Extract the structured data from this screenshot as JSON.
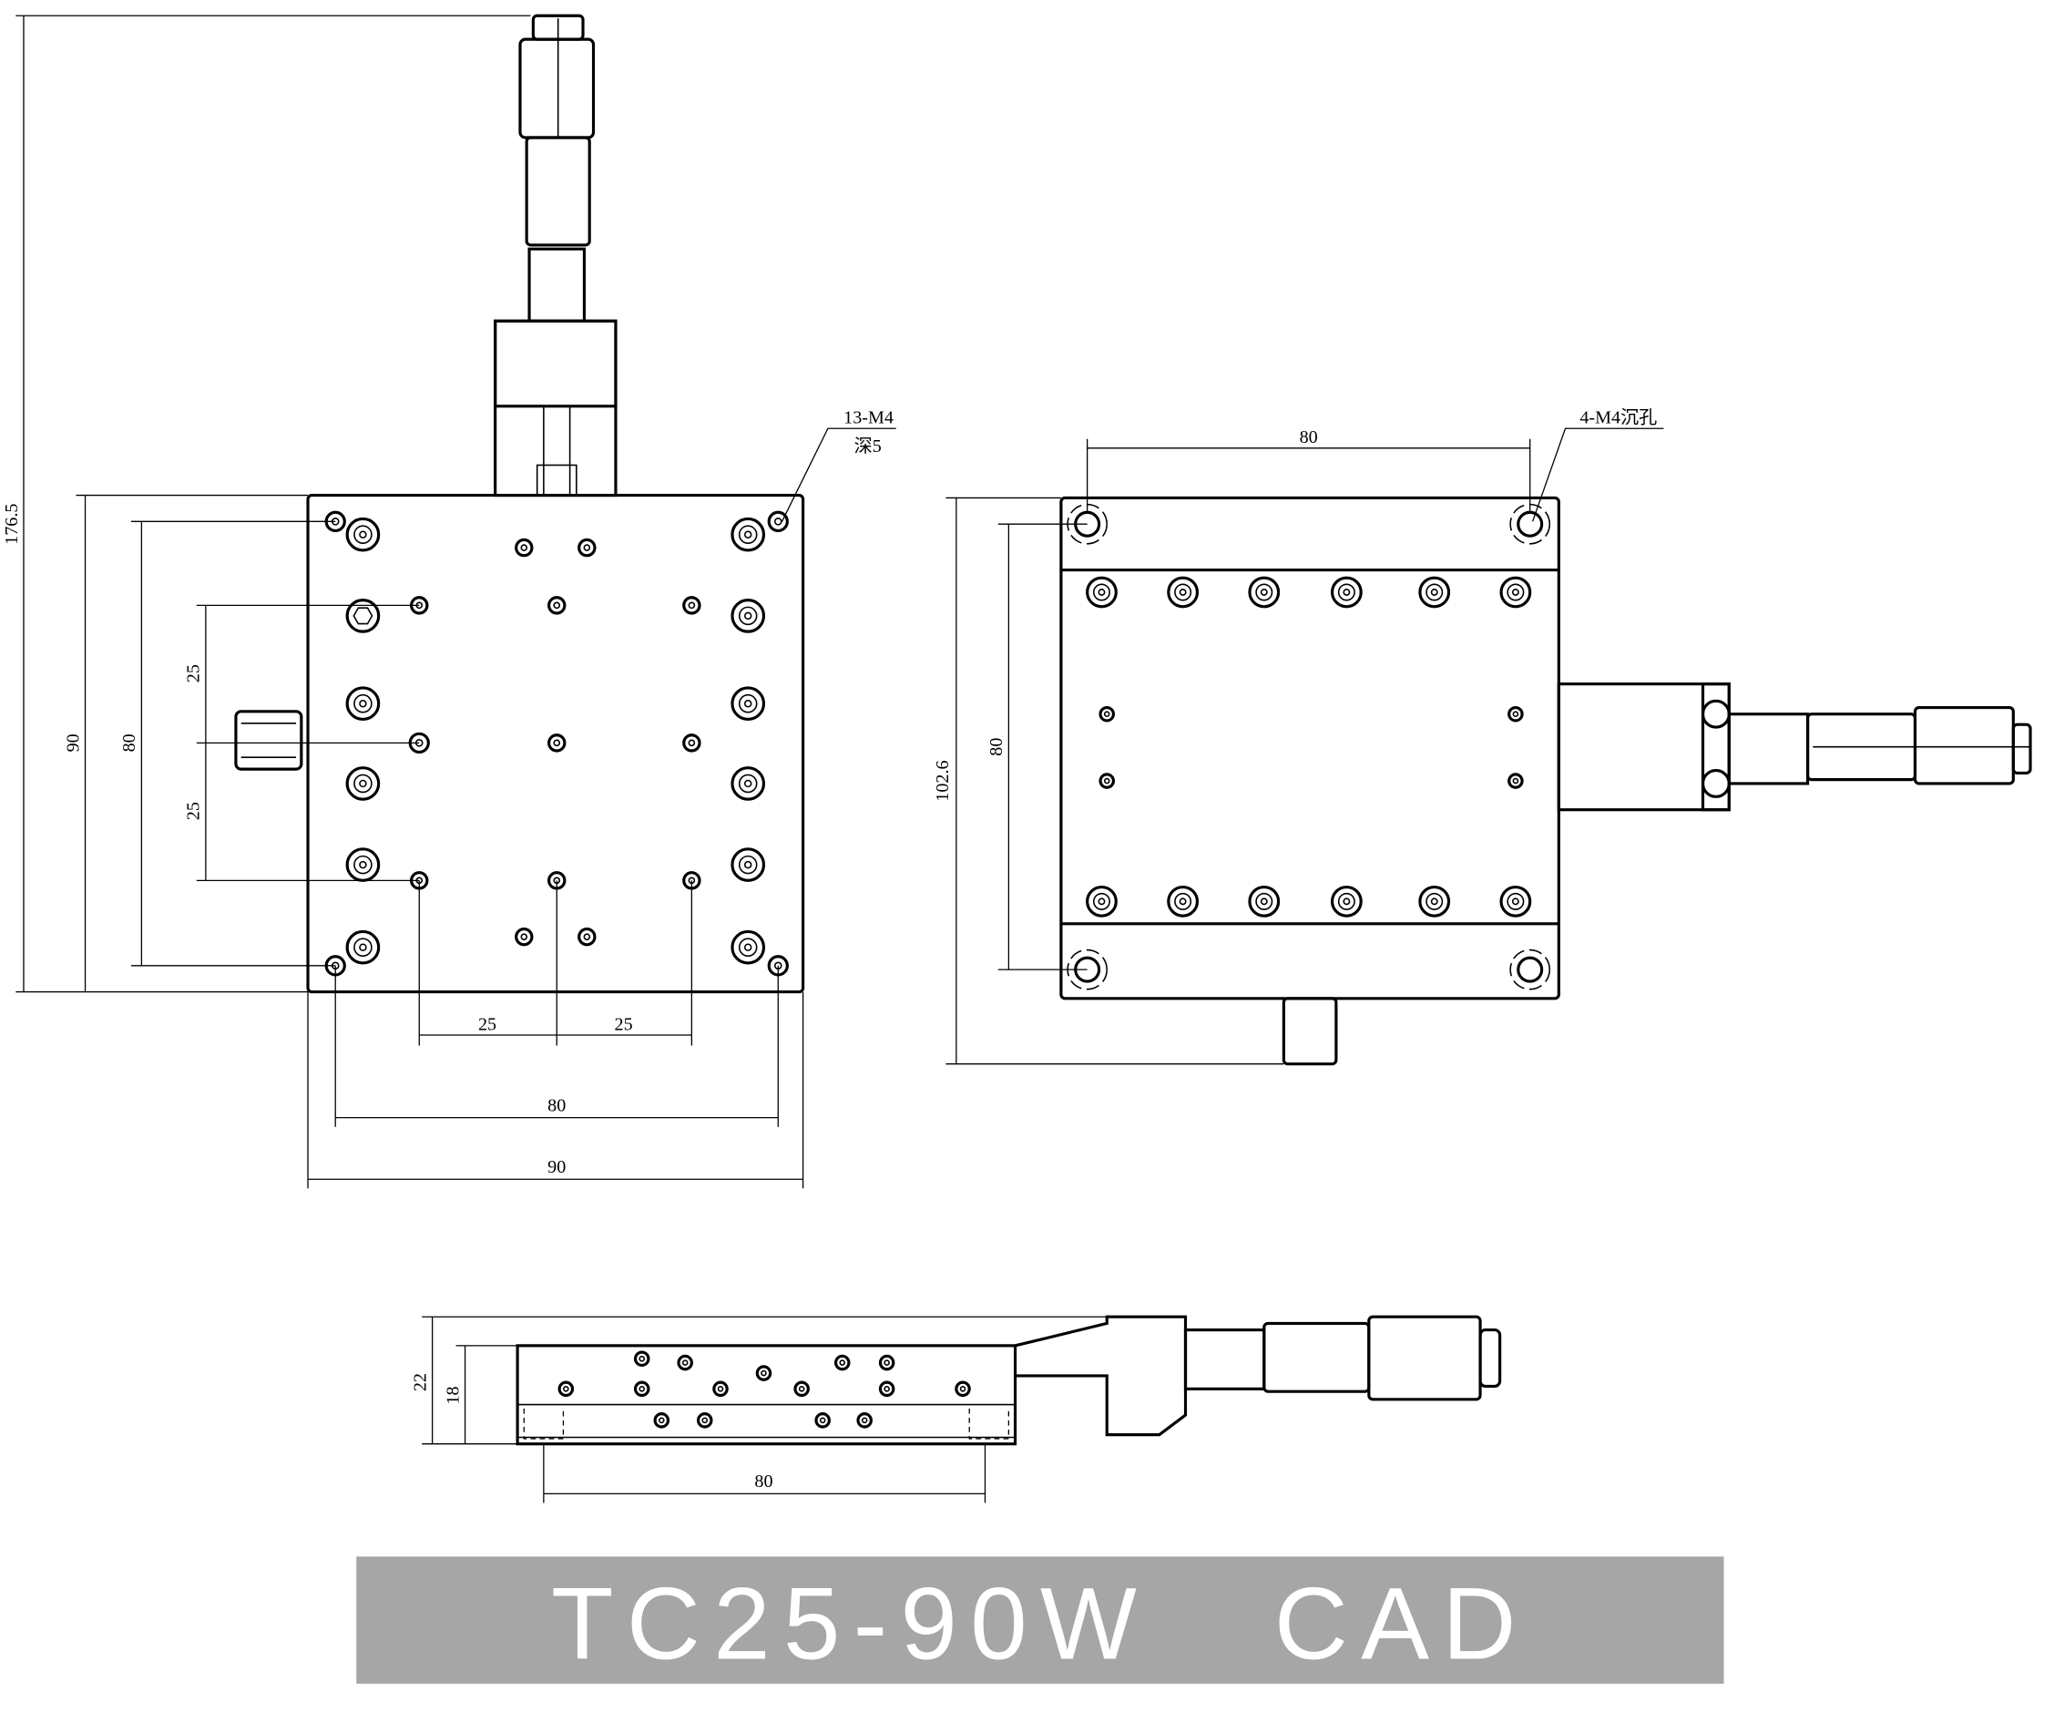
{
  "top_view": {
    "dims": {
      "total_height": "176.5",
      "outer_height": "90",
      "hole_height": "80",
      "pitch_upper": "25",
      "pitch_lower": "25",
      "pitch_left": "25",
      "pitch_right": "25",
      "hole_width": "80",
      "outer_width": "90"
    },
    "note_line1": "13-M4",
    "note_line2": "深5"
  },
  "side_view": {
    "dims": {
      "hole_width": "80",
      "total_height": "102.6",
      "hole_height": "80"
    },
    "note": "4-M4沉孔"
  },
  "front_view": {
    "dims": {
      "total_height": "22",
      "body_height": "18",
      "hole_width": "80"
    }
  },
  "title": "TC25-90W   CAD",
  "colors": {
    "title_bar": "#a6a6a6",
    "line": "#000000"
  }
}
